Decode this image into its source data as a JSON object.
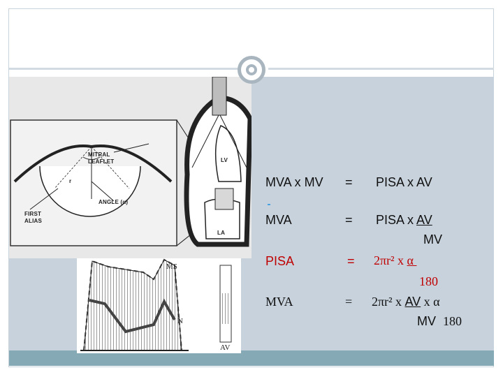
{
  "slide": {
    "equations": [
      {
        "lhs": "MVA x MV",
        "op": "=",
        "rhs": "PISA x AV"
      },
      {
        "lhs": "MVA",
        "op": "=",
        "rhs_num": "PISA x AV",
        "rhs_den": "MV"
      },
      {
        "lhs": "PISA",
        "op": "=",
        "rhs_num": "2πr²  x  α",
        "rhs_den": "180"
      },
      {
        "lhs": "MVA",
        "op": "=",
        "rhs_num": "2πr² x AV x  α",
        "rhs_den": "MV  180"
      }
    ],
    "rhs4_parts": {
      "prefix": "2πr² x ",
      "av": "AV",
      "suffix": " x  α"
    },
    "rhs4_den_parts": {
      "mv": "MV",
      "num": "180"
    }
  },
  "figure_labels": {
    "mitral_leaflet": "MITRAL LEAFLET",
    "angle": "ANGLE (α)",
    "r": "r",
    "first_alias": "FIRST ALIAS",
    "lv": "LV",
    "la": "LA",
    "ms": "MS",
    "n": "N",
    "av": "AV"
  },
  "colors": {
    "panel": "#c7d2dc",
    "bar": "#86a9b6",
    "accent_red": "#c00000",
    "circle": "#a9b6bf"
  }
}
